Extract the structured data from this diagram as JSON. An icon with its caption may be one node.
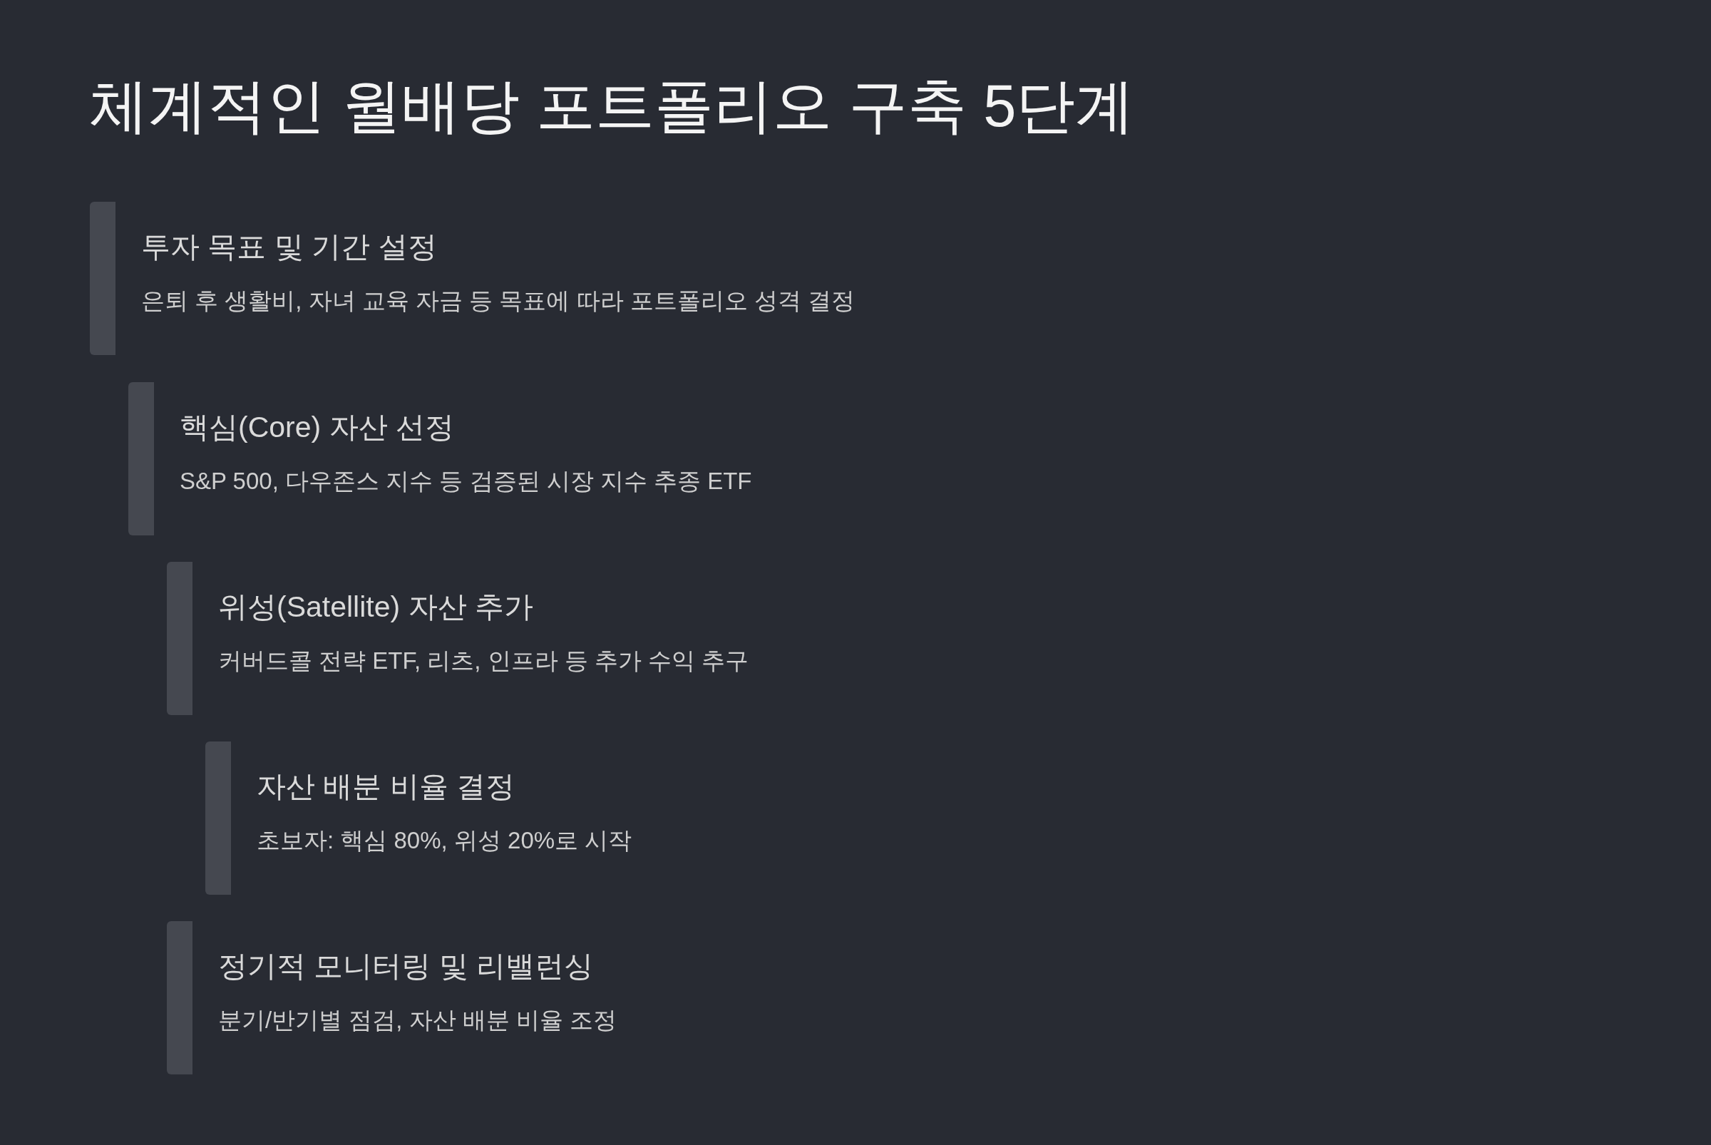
{
  "diagram": {
    "title": "체계적인 월배당 포트폴리오 구축 5단계",
    "nodes": [
      {
        "text": [
          "투자 목표 및 기간 설정",
          "은퇴 후 생활비, 자녀 교육 자금 등 목표에 따라 포트폴리오 성격 결정"
        ]
      },
      {
        "text": [
          "핵심(Core) 자산 선정",
          "S&P 500, 다우존스 지수 등 검증된 시장 지수 추종 ETF"
        ]
      },
      {
        "text": [
          "위성(Satellite) 자산 추가",
          "커버드콜 전략 ETF, 리츠, 인프라 등 추가 수익 추구"
        ]
      },
      {
        "text": [
          "자산 배분 비율 결정",
          "초보자: 핵심 80%, 위성 20%로 시작"
        ]
      },
      {
        "text": [
          "정기적 모니터링 및 리밸런싱",
          "분기/반기별 점검, 자산 배분 비율 조정"
        ]
      }
    ]
  }
}
